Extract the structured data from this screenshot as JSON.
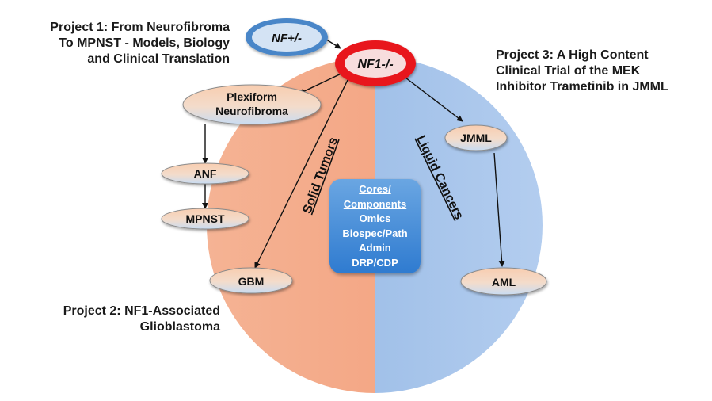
{
  "projects": {
    "project1": [
      "Project 1:  From Neurofibroma",
      "To MPNST - Models, Biology",
      "and Clinical Translation"
    ],
    "project2": [
      "Project 2: NF1-Associated",
      "Glioblastoma"
    ],
    "project3": [
      "Project 3:  A High Content",
      "Clinical Trial of the MEK",
      "Inhibitor Trametinib in JMML"
    ]
  },
  "nodes": {
    "nf_het": "NF+/-",
    "nf1_null": "NF1-/-",
    "plexiform_line1": "Plexiform",
    "plexiform_line2": "Neurofibroma",
    "anf": "ANF",
    "mpnst": "MPNST",
    "gbm": "GBM",
    "jmml": "JMML",
    "aml": "AML"
  },
  "halves": {
    "left": "Solid Tumors",
    "right": "Liquid Cancers"
  },
  "cores": {
    "title_line1": "Cores/",
    "title_line2": "Components",
    "items": [
      "Omics",
      "Biospec/Path",
      "Admin",
      "DRP/CDP"
    ]
  },
  "colors": {
    "left_half": "#f2a07e",
    "right_half": "#9ebfe6",
    "nf1_ring": "#e8141c",
    "nf_het_ring": "#4a86c8",
    "node_fill_top": "#f7c9a8",
    "node_fill_bottom": "#cfe0f4",
    "cores_box": "#3f87d6"
  }
}
